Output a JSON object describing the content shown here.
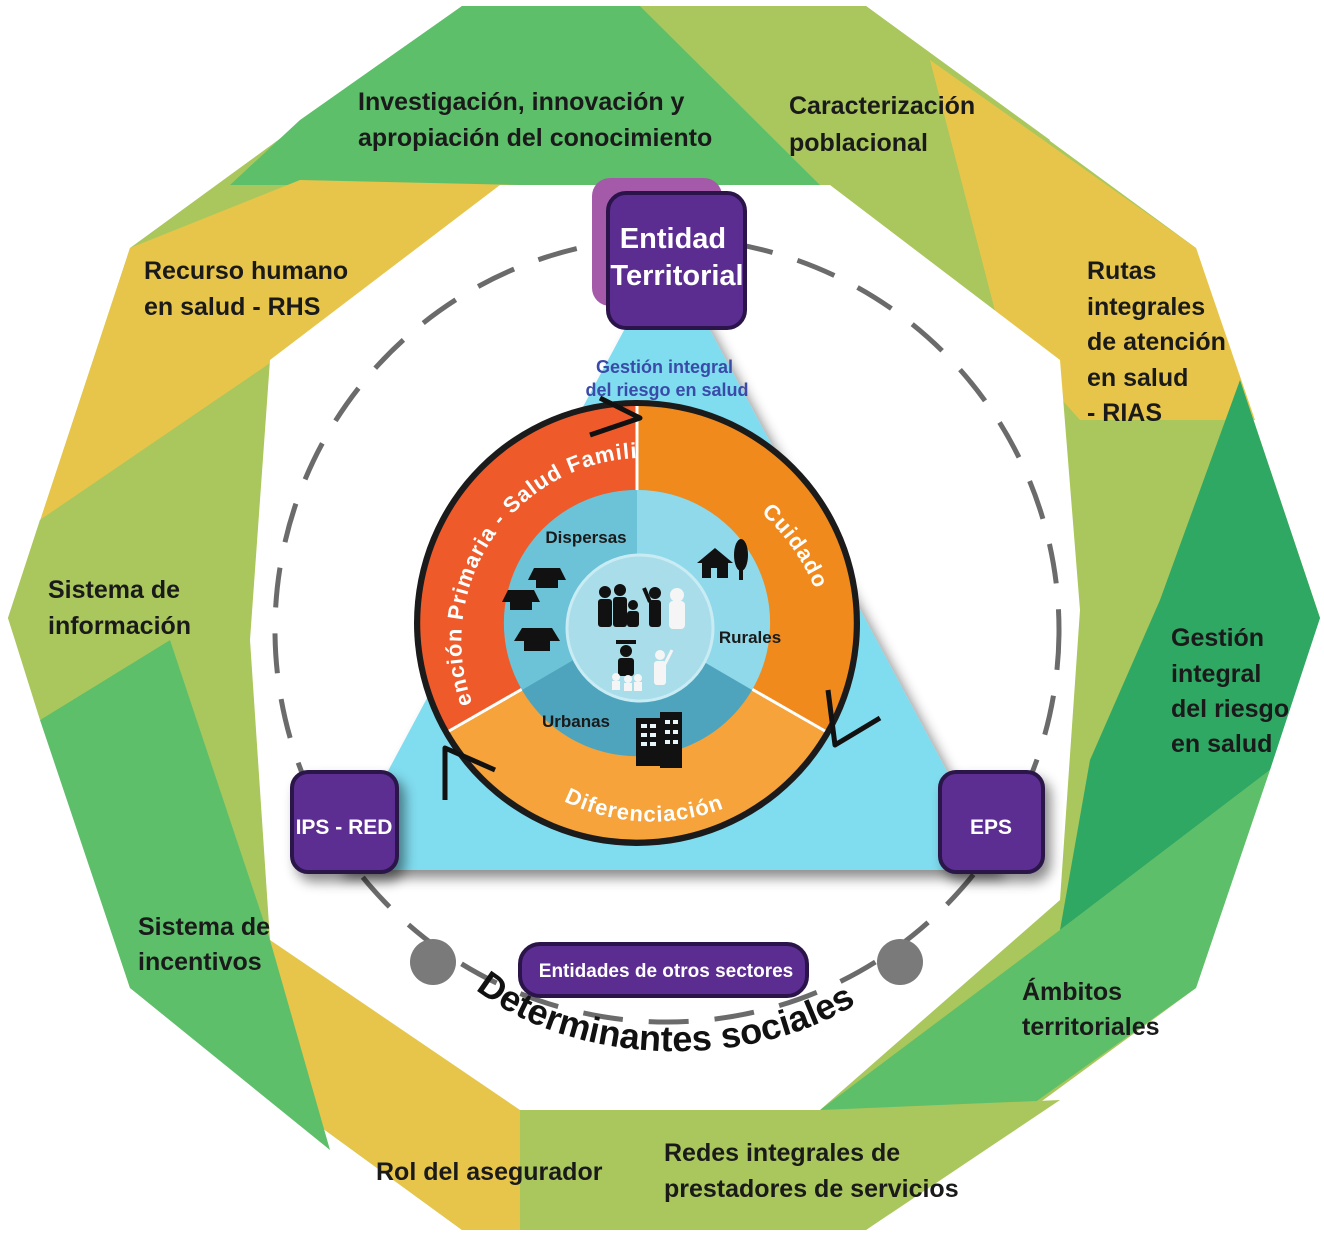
{
  "outer_ring": {
    "labels": [
      {
        "id": "investigacion",
        "lines": [
          "Investigación, innovación y",
          "apropiación del conocimiento"
        ]
      },
      {
        "id": "caracterizacion",
        "lines": [
          "Caracterización",
          "poblacional"
        ]
      },
      {
        "id": "rutas",
        "lines": [
          "Rutas",
          "integrales",
          "de atención",
          "en salud",
          "- RIAS"
        ]
      },
      {
        "id": "gestion-riesgo",
        "lines": [
          "Gestión",
          "integral",
          "del riesgo",
          "en salud"
        ]
      },
      {
        "id": "ambitos",
        "lines": [
          "Ámbitos",
          "territoriales"
        ]
      },
      {
        "id": "redes",
        "lines": [
          "Redes integrales de",
          "prestadores de servicios"
        ]
      },
      {
        "id": "rol-asegurador",
        "lines": [
          "Rol del asegurador"
        ]
      },
      {
        "id": "incentivos",
        "lines": [
          "Sistema de",
          "incentivos"
        ]
      },
      {
        "id": "informacion",
        "lines": [
          "Sistema de",
          "información"
        ]
      },
      {
        "id": "recurso-humano",
        "lines": [
          "Recurso humano",
          "en salud - RHS"
        ]
      }
    ]
  },
  "nodes": {
    "entidad_territorial": [
      "Entidad",
      "Territorial"
    ],
    "ips_red": "IPS - RED",
    "eps": "EPS",
    "otros_sectores": "Entidades de otros sectores"
  },
  "triangle": {
    "gestion_label": [
      "Gestión integral",
      "del riesgo en salud"
    ]
  },
  "ring": {
    "atencion": "Atención Primaria - Salud Familiar",
    "cuidado": "Cuidado",
    "diferenciacion": "Diferenciación"
  },
  "zones": {
    "dispersas": "Dispersas",
    "rurales": "Rurales",
    "urbanas": "Urbanas"
  },
  "determinantes": "Determinantes sociales",
  "colors": {
    "green": "#5dbf6a",
    "lime": "#a9c75c",
    "yellow": "#e7c54b",
    "dark_green": "#2fa864",
    "cyan": "#80dcef",
    "purple": "#5b2d91",
    "orange_red": "#ee5a2a",
    "orange": "#f08a1c",
    "light_orange": "#f5a33a"
  }
}
